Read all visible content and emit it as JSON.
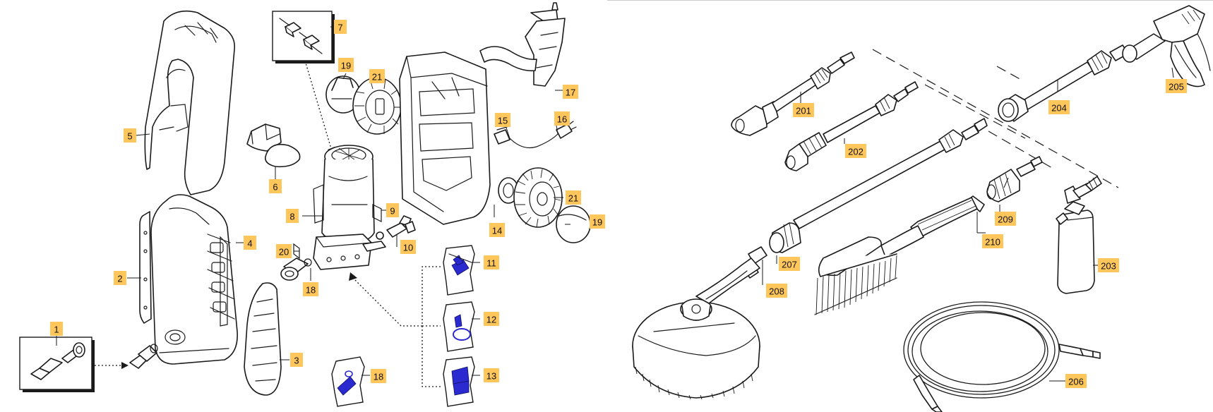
{
  "colors": {
    "tag_fill": "#ffc65c",
    "line": "#1a1a1a",
    "bag_parts": "#2a2ad0",
    "background": "#ffffff"
  },
  "parts": [
    {
      "id": "p1",
      "label": "1"
    },
    {
      "id": "p2",
      "label": "2"
    },
    {
      "id": "p3",
      "label": "3"
    },
    {
      "id": "p4",
      "label": "4"
    },
    {
      "id": "p5",
      "label": "5"
    },
    {
      "id": "p6",
      "label": "6"
    },
    {
      "id": "p7",
      "label": "7"
    },
    {
      "id": "p8",
      "label": "8"
    },
    {
      "id": "p9",
      "label": "9"
    },
    {
      "id": "p10",
      "label": "10"
    },
    {
      "id": "p11",
      "label": "11"
    },
    {
      "id": "p12",
      "label": "12"
    },
    {
      "id": "p13",
      "label": "13"
    },
    {
      "id": "p14",
      "label": "14"
    },
    {
      "id": "p15",
      "label": "15"
    },
    {
      "id": "p16",
      "label": "16"
    },
    {
      "id": "p17",
      "label": "17"
    },
    {
      "id": "p18a",
      "label": "18"
    },
    {
      "id": "p18b",
      "label": "18"
    },
    {
      "id": "p19a",
      "label": "19"
    },
    {
      "id": "p19b",
      "label": "19"
    },
    {
      "id": "p20",
      "label": "20"
    },
    {
      "id": "p21a",
      "label": "21"
    },
    {
      "id": "p21b",
      "label": "21"
    },
    {
      "id": "p201",
      "label": "201"
    },
    {
      "id": "p202",
      "label": "202"
    },
    {
      "id": "p203",
      "label": "203"
    },
    {
      "id": "p204",
      "label": "204"
    },
    {
      "id": "p205",
      "label": "205"
    },
    {
      "id": "p206",
      "label": "206"
    },
    {
      "id": "p207",
      "label": "207"
    },
    {
      "id": "p208",
      "label": "208"
    },
    {
      "id": "p209",
      "label": "209"
    },
    {
      "id": "p210",
      "label": "210"
    }
  ]
}
